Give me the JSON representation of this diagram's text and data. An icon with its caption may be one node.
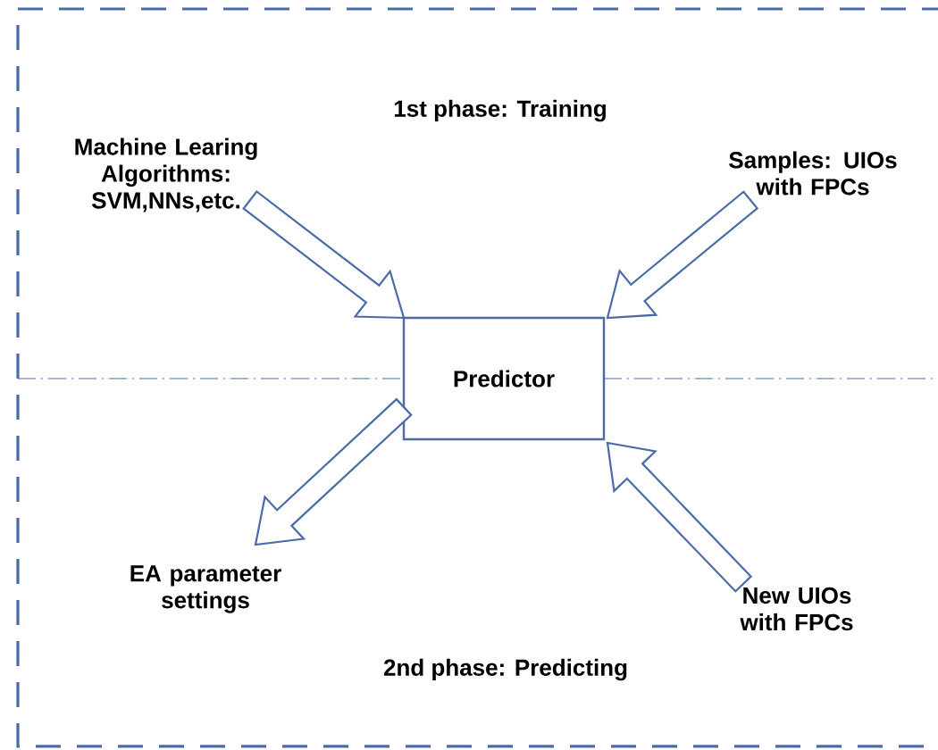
{
  "diagram": {
    "nodes": [
      {
        "text": [
          "Machine Learing Algorithms: SVM,NNs,etc."
        ]
      },
      {
        "text": [
          "Samples: UIOs with FPCs"
        ]
      },
      {
        "text": [
          "Predictor"
        ]
      },
      {
        "text": [
          "EA parameter settings"
        ]
      },
      {
        "text": [
          "New UIOs with FPCs"
        ]
      }
    ],
    "edges": [
      {
        "from": 0,
        "to": 2,
        "arrow": "to"
      },
      {
        "from": 1,
        "to": 2,
        "arrow": "to"
      },
      {
        "from": 2,
        "to": 3,
        "arrow": "to"
      },
      {
        "from": 4,
        "to": 2,
        "arrow": "to"
      }
    ],
    "labels": [
      "1st phase: Training",
      "2nd phase: Predicting"
    ]
  }
}
